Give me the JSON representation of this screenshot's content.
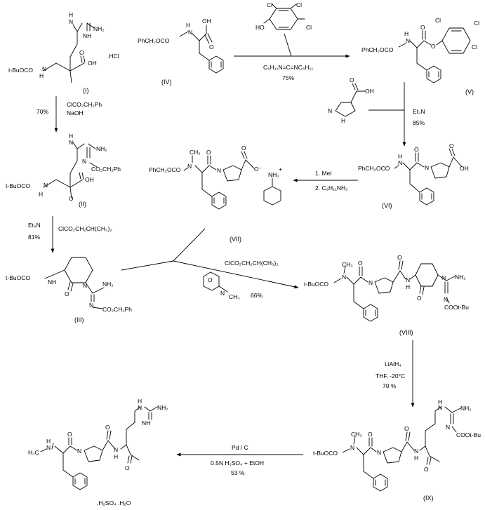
{
  "compounds": {
    "I": {
      "label": "(I)",
      "text": [
        "t-BuOCO",
        "N",
        "H",
        "OH",
        "O",
        "N",
        "H",
        "NH",
        "NH₂",
        ".HCl"
      ]
    },
    "II": {
      "label": "(II)",
      "text": [
        "t-BuOCO",
        "N",
        "H",
        "OH",
        "O",
        "N",
        "H",
        "NH₂",
        "N",
        "CO₂CH₂Ph"
      ]
    },
    "III": {
      "label": "(III)",
      "text": [
        "t-BuOCO",
        "N",
        "H",
        "N",
        "O",
        "NH₂",
        "N",
        "CO₂CH₂Ph"
      ]
    },
    "IV": {
      "label": "(IV)",
      "text": [
        "PhCH₂OCO",
        "N",
        "H",
        "OH",
        "O"
      ]
    },
    "V": {
      "label": "(V)",
      "text": [
        "PhCH₂OCO",
        "N",
        "H",
        "O",
        "O",
        "Cl",
        "Cl",
        "Cl"
      ]
    },
    "VI": {
      "label": "(VI)",
      "text": [
        "PhCH₂OCO",
        "N",
        "H",
        "O",
        "N",
        "OH",
        "O"
      ]
    },
    "VII": {
      "label": "(VII)",
      "text": [
        "PhCH₂OCO",
        "N",
        "CH₃",
        "O",
        "N",
        "O",
        "O⁻",
        "NH₃",
        "+"
      ]
    },
    "VIII": {
      "label": "(VIII)",
      "text": [
        "t-BuOCO",
        "N",
        "CH₃",
        "O",
        "N",
        "O",
        "N",
        "H",
        "N",
        "O",
        "NH₂",
        "N",
        "COOt-Bu"
      ]
    },
    "IX": {
      "label": "(IX)",
      "text": [
        "t-BuOCO",
        "N",
        "CH₃",
        "O",
        "N",
        "O",
        "N",
        "H",
        "O",
        "N",
        "H",
        "NH₂",
        "N",
        "COOt-Bu"
      ]
    },
    "X": {
      "label": "",
      "text": [
        "H₃C",
        "N",
        "H",
        "O",
        "N",
        "O",
        "N",
        "H",
        "O",
        "N",
        "H",
        "NH",
        "NH₂",
        ".H₂SO₄ .H₂O"
      ]
    }
  },
  "reagents": {
    "phenol": {
      "text": [
        "Cl",
        "Cl",
        "HO",
        "Cl"
      ]
    },
    "proline": {
      "text": [
        "N",
        "H",
        "OH",
        "O"
      ]
    },
    "nmm": {
      "text": [
        "O",
        "N",
        "CH₃"
      ]
    }
  },
  "conditions": {
    "r1": [
      "ClCO₂CH₂Ph",
      "NaOH",
      "70%"
    ],
    "r2": [
      "Et₃N",
      "ClCO₂CH₂CH(CH₃)₂",
      "81%"
    ],
    "r3": [
      "C₆H₁₁N=C=NC₆H₁₁",
      "75%"
    ],
    "r4": [
      "Et₃N",
      "85%"
    ],
    "r5": [
      "1. MeI",
      "2. C₆H₁₁NH₂"
    ],
    "r6": [
      "ClCO₂CH₂CH(CH₃)₂",
      "66%"
    ],
    "r7": [
      "LiAlH₄",
      "THF, -20°C",
      "70 %"
    ],
    "r8": [
      "Pd / C",
      "0.5N H₂SO₄ + EtOH",
      "53 %"
    ]
  }
}
